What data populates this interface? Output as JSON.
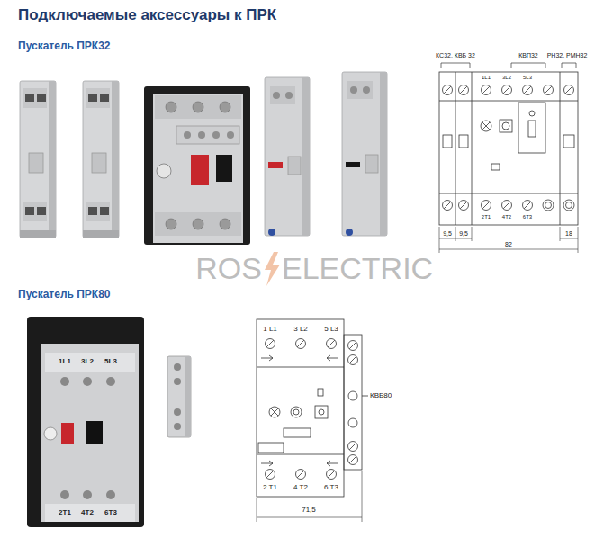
{
  "diagram": {
    "title": "Подключаемые аксессуары к ПРК",
    "labels": [
      "Пускатель ПРК32",
      "КС32, КВБ 32",
      "КВП32",
      "РН32, РМН32",
      "1L1",
      "3L2",
      "5L3",
      "2T1",
      "4T2",
      "6T3",
      "9,5",
      "9,5",
      "82",
      "18",
      "ROS",
      "ELECTRIC",
      "Пускатель ПРК80",
      "1L1",
      "3L2",
      "5L3",
      "2T1",
      "4T2",
      "6T3",
      "1 L1",
      "3 L2",
      "5 L3",
      "КВБ80",
      "2 T1",
      "4 T2",
      "6 T3",
      "71,5"
    ]
  }
}
